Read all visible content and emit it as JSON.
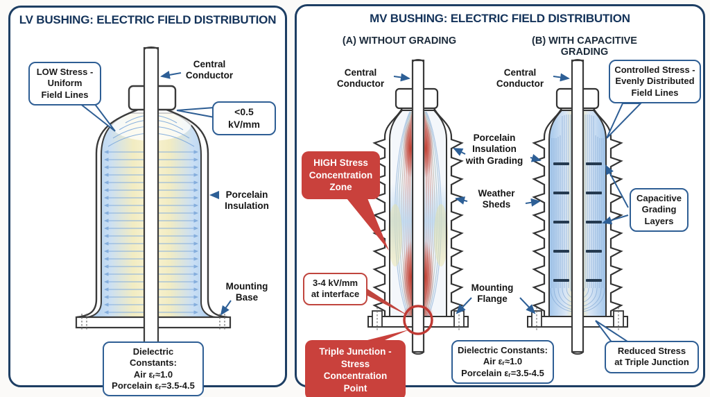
{
  "colors": {
    "panel_border": "#1d3e63",
    "title_navy": "#14335a",
    "callout_border_blue": "#2e5e94",
    "alert_red": "#c9413c",
    "field_blue": "#a8cbee",
    "field_yellow": "#f7f1cd",
    "arrow_blue": "#2d5f96"
  },
  "lv_panel": {
    "title": "LV BUSHING: ELECTRIC FIELD DISTRIBUTION",
    "labels": {
      "low_stress": "LOW Stress -\nUniform\nField Lines",
      "central_conductor": "Central\nConductor",
      "field_value": "<0.5 kV/mm",
      "porcelain": "Porcelain\nInsulation",
      "mounting_base": "Mounting\nBase",
      "dielectric": "Dielectric Constants:\nAir εᵣ≈1.0\nPorcelain εᵣ=3.5-4.5"
    }
  },
  "mv_panel": {
    "title": "MV BUSHING: ELECTRIC FIELD DISTRIBUTION",
    "sub_a": "(A) WITHOUT GRADING",
    "sub_b": "(B) WITH CAPACITIVE GRADING",
    "labels": {
      "central_conductor_a": "Central\nConductor",
      "central_conductor_b": "Central\nConductor",
      "high_stress": "HIGH Stress\nConcentration\nZone",
      "porcelain_grading": "Porcelain\nInsulation\nwith Grading",
      "weather_sheds": "Weather\nSheds",
      "field_value_interface": "3-4 kV/mm\nat interface",
      "mounting_flange": "Mounting\nFlange",
      "triple_junction": "Triple Junction -\nStress Concentration\nPoint",
      "controlled_stress": "Controlled Stress -\nEvenly Distributed\nField Lines",
      "capacitive_layers": "Capacitive\nGrading\nLayers",
      "reduced_stress": "Reduced Stress\nat Triple Junction",
      "dielectric": "Dielectric Constants:\nAir εᵣ≈1.0\nPorcelain εᵣ=3.5-4.5"
    }
  }
}
